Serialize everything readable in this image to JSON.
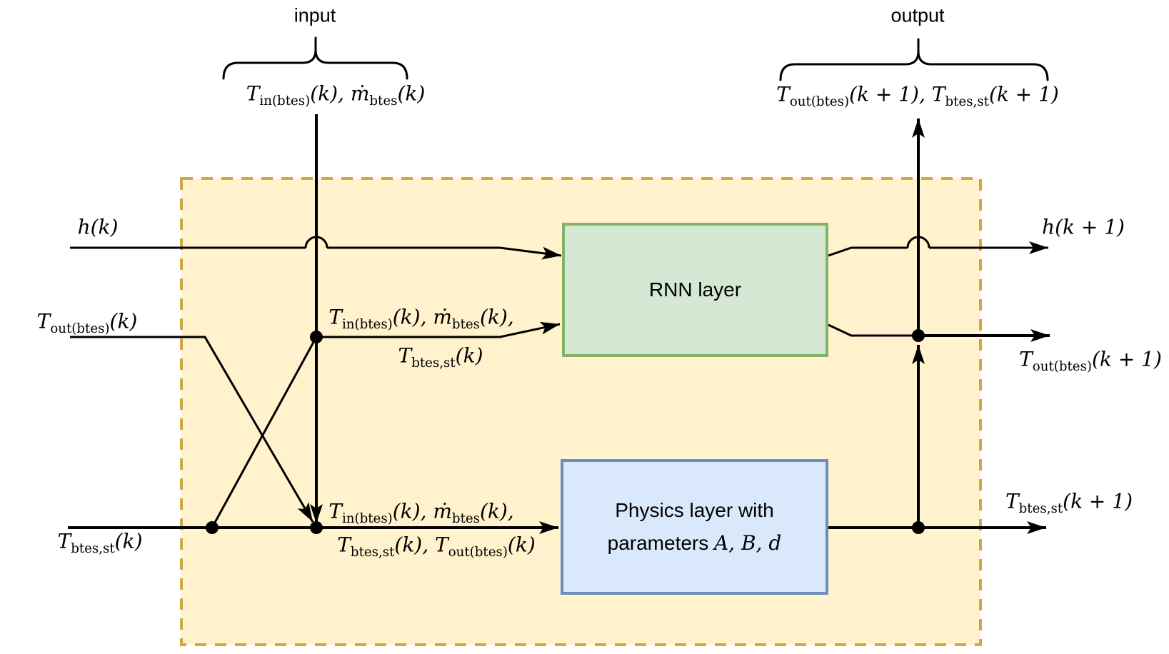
{
  "colors": {
    "background": "#FFFFFF",
    "boundary_fill": "#FFF2CC",
    "boundary_border": "#D0A843",
    "rnn_fill": "#D5E8D4",
    "rnn_border": "#82B366",
    "physics_fill": "#DAE8FC",
    "physics_border": "#6C8EBF",
    "line": "#000000",
    "text": "#000000"
  },
  "words": {
    "input": "input",
    "output": "output"
  },
  "boxes": {
    "rnn_label": "RNN layer",
    "physics_line1": "Physics layer with",
    "physics_line2_prefix": "parameters "
  },
  "formulas": {
    "params": [
      {
        "t": "A, B, d"
      }
    ],
    "input_top": [
      {
        "t": "T"
      },
      {
        "t": "in(btes)",
        "sub": true
      },
      {
        "t": "(k), ṁ"
      },
      {
        "t": "btes",
        "sub": true
      },
      {
        "t": "(k)"
      }
    ],
    "output_top": [
      {
        "t": "T"
      },
      {
        "t": "out(btes)",
        "sub": true
      },
      {
        "t": "(k + 1), T"
      },
      {
        "t": "btes,st",
        "sub": true
      },
      {
        "t": "(k + 1)"
      }
    ],
    "h_k": [
      {
        "t": "h(k)"
      }
    ],
    "h_k1": [
      {
        "t": "h(k + 1)"
      }
    ],
    "t_out_k": [
      {
        "t": "T"
      },
      {
        "t": "out(btes)",
        "sub": true
      },
      {
        "t": "(k)"
      }
    ],
    "t_out_k1": [
      {
        "t": "T"
      },
      {
        "t": "out(btes)",
        "sub": true
      },
      {
        "t": "(k + 1)"
      }
    ],
    "t_btes_st_k": [
      {
        "t": "T"
      },
      {
        "t": "btes,st",
        "sub": true
      },
      {
        "t": "(k)"
      }
    ],
    "t_btes_st_k1": [
      {
        "t": "T"
      },
      {
        "t": "btes,st",
        "sub": true
      },
      {
        "t": "(k + 1)"
      }
    ],
    "rnn_in_line1": [
      {
        "t": "T"
      },
      {
        "t": "in(btes)",
        "sub": true
      },
      {
        "t": "(k), ṁ"
      },
      {
        "t": "btes",
        "sub": true
      },
      {
        "t": "(k),"
      }
    ],
    "rnn_in_line2": [
      {
        "t": "T"
      },
      {
        "t": "btes,st",
        "sub": true
      },
      {
        "t": "(k)"
      }
    ],
    "phys_in_line1": [
      {
        "t": "T"
      },
      {
        "t": "in(btes)",
        "sub": true
      },
      {
        "t": "(k), ṁ"
      },
      {
        "t": "btes",
        "sub": true
      },
      {
        "t": "(k),"
      }
    ],
    "phys_in_line2": [
      {
        "t": "T"
      },
      {
        "t": "btes,st",
        "sub": true
      },
      {
        "t": "(k), T"
      },
      {
        "t": "out(btes)",
        "sub": true
      },
      {
        "t": "(k)"
      }
    ]
  }
}
